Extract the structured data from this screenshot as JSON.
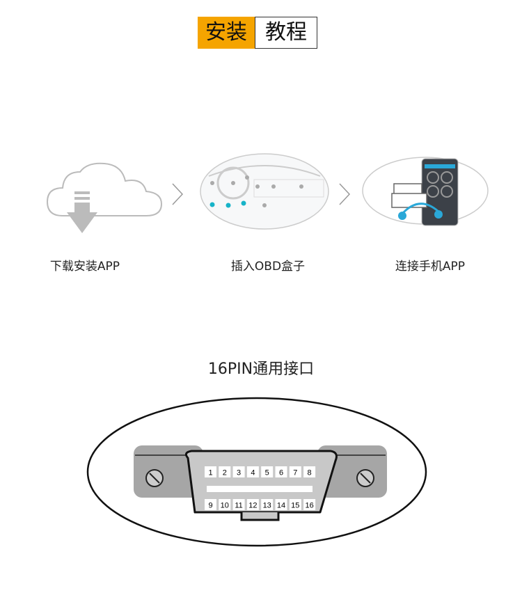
{
  "header": {
    "title_highlight": "安装",
    "title_rest": "教程"
  },
  "steps": [
    {
      "label": "下载安装APP",
      "icon": "cloud-download-icon"
    },
    {
      "label": "插入OBD盒子",
      "icon": "car-dashboard-icon"
    },
    {
      "label": "连接手机APP",
      "icon": "phone-obd-icon"
    }
  ],
  "connector": {
    "title": "16PIN通用接口",
    "pins_top": [
      "1",
      "2",
      "3",
      "4",
      "5",
      "6",
      "7",
      "8"
    ],
    "pins_bottom": [
      "9",
      "10",
      "11",
      "12",
      "13",
      "14",
      "15",
      "16"
    ]
  },
  "colors": {
    "accent": "#f5a400",
    "connector_gray": "#c8c8c8",
    "bracket_gray": "#a0a0a0"
  }
}
